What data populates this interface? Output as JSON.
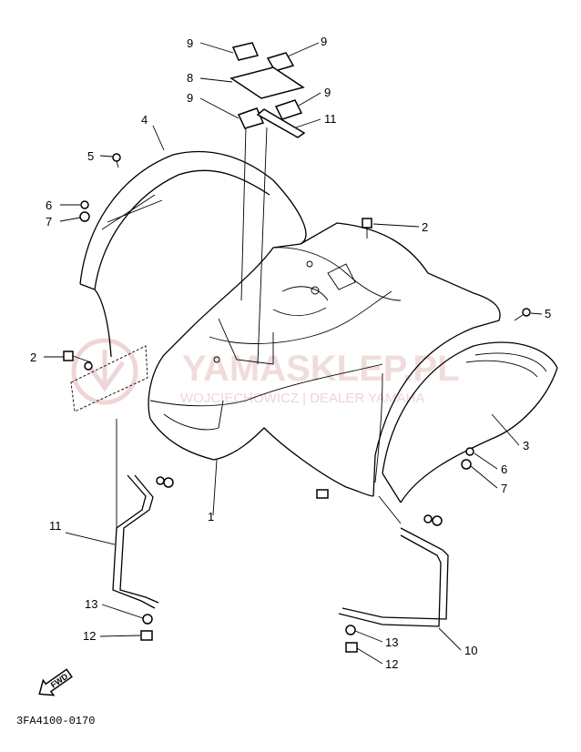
{
  "labels": {
    "l9a": "9",
    "l9b": "9",
    "l8": "8",
    "l9c": "9",
    "l9d": "9",
    "l11a": "11",
    "l4": "4",
    "l5a": "5",
    "l6a": "6",
    "l7a": "7",
    "l2a": "2",
    "l2b": "2",
    "l5b": "5",
    "l3": "3",
    "l6b": "6",
    "l7b": "7",
    "l1": "1",
    "l11b": "11",
    "l13a": "13",
    "l12a": "12",
    "l13b": "13",
    "l12b": "12",
    "l10": "10"
  },
  "fwd_arrow": "FWD",
  "diagram_code": "3FA4100-0170",
  "watermark": {
    "brand": "YAMASKLEP.PL",
    "sub": "WOJCIECHOWICZ | DEALER YAMAHA"
  },
  "colors": {
    "line": "#000000",
    "watermark": "#e8c4c4"
  }
}
